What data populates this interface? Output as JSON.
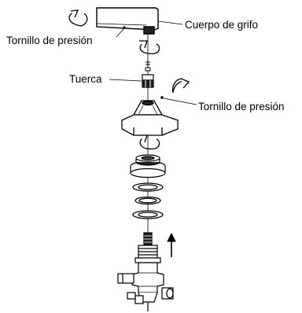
{
  "labels": {
    "spout_body": "Cuerpo de grifo",
    "spout_set_screw": "Tornillo de presión",
    "nut": "Tuerca",
    "flange_set_screw": "Tornillo de presión"
  },
  "icons": {
    "rotation_arrows": [
      "curved-arrow-icon",
      "curved-arrow-icon",
      "curved-arrow-icon",
      "curved-arrow-icon"
    ],
    "lift_arrow": "up-arrow-icon"
  }
}
